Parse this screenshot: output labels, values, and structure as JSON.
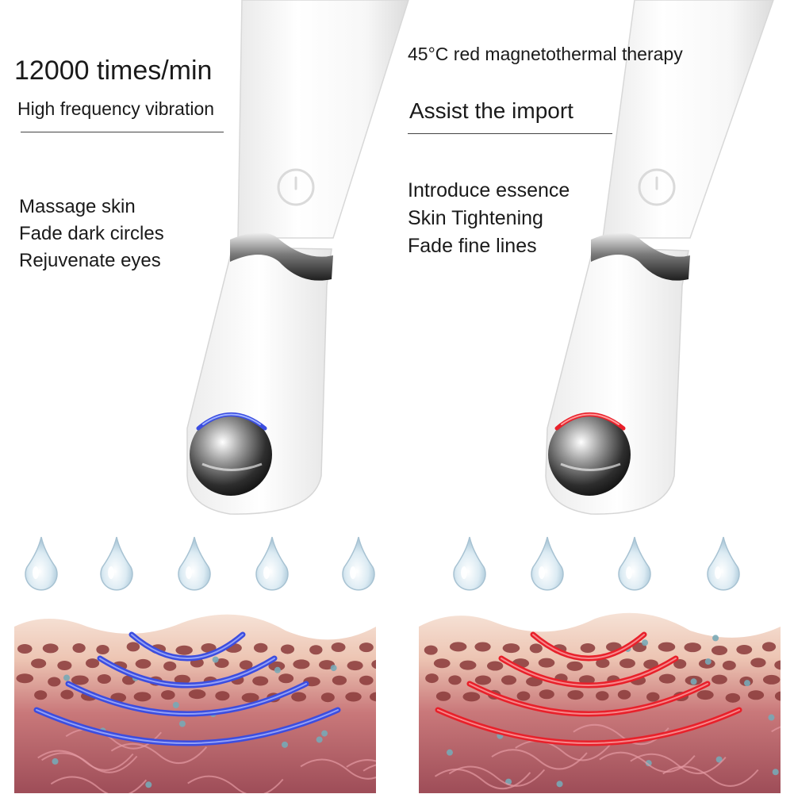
{
  "left_panel": {
    "heading": "12000 times/min",
    "subheading": "High frequency vibration",
    "benefits": [
      "Massage skin",
      "Fade dark circles",
      "Rejuvenate eyes"
    ],
    "accent_color": "#3b4de0"
  },
  "right_panel": {
    "heading": "45°C red magnetothermal therapy",
    "subheading": "Assist the import",
    "benefits": [
      "Introduce essence",
      "Skin Tightening",
      "Fade fine lines"
    ],
    "accent_color": "#e8202a"
  },
  "colors": {
    "skin_top": "#f3d9cc",
    "skin_mid": "#e7b7a4",
    "dermis": "#a85560",
    "cell": "#8a3a3a",
    "drop": "#cfe3ee"
  },
  "icons": [
    "power-button-icon",
    "water-drop-icon",
    "magnetothermal-ball-icon"
  ]
}
